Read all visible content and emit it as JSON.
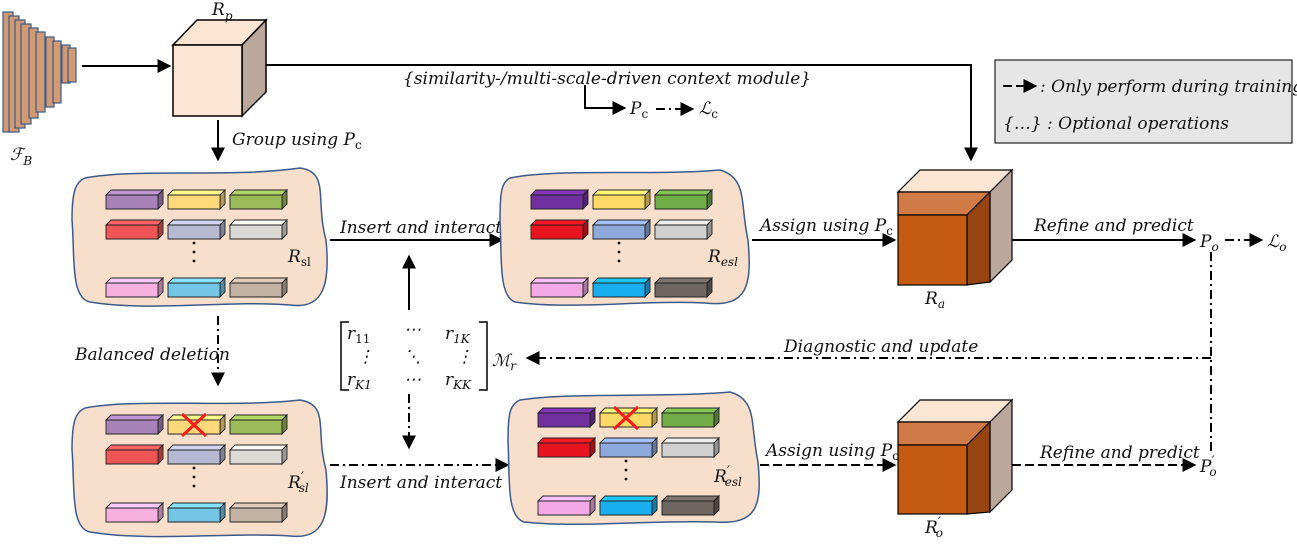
{
  "labels": {
    "rp": "R",
    "rp_sub": "p",
    "fb": "ℱ",
    "fb_sub": "B",
    "context_module": "{similarity-/multi-scale-driven context module}",
    "pc_out": "P",
    "pc_out_sub": "c",
    "lc": "ℒ",
    "lc_sub": "c",
    "group_using": "Group using P",
    "group_using_sub": "c",
    "rsl": "R",
    "rsl_sub": "sl",
    "resl": "R",
    "resl_sub": "esl",
    "insert_interact_top": "Insert and interact",
    "assign_top": "Assign using P",
    "assign_top_sub": "c",
    "ra": "R",
    "ra_sub": "a",
    "refine_top": "Refine and predict",
    "po": "P",
    "po_sub": "o",
    "lo": "ℒ",
    "lo_sub": "o",
    "balanced_deletion": "Balanced deletion",
    "diagnostic_update": "Diagnostic and update",
    "mr": "ℳ",
    "mr_sub": "r",
    "rsl_prime": "R",
    "rsl_prime_sub": "sl",
    "resl_prime": "R",
    "resl_prime_sub": "esl",
    "insert_interact_bottom": "Insert and interact",
    "assign_bottom": "Assign using P",
    "assign_bottom_sub": "c",
    "ro_prime": "R",
    "ro_prime_sub": "o",
    "refine_bottom": "Refine and predict",
    "po_prime": "P",
    "po_prime_sub": "o",
    "prime": "′"
  },
  "matrix": {
    "r11": "r",
    "r11_sub": "11",
    "r1k": "r",
    "r1k_sub": "1K",
    "rk1": "r",
    "rk1_sub": "K1",
    "rkk": "r",
    "rkk_sub": "KK",
    "hdots": "⋯",
    "vdots": "⋮",
    "ddots": "⋱"
  },
  "legend": {
    "training_only": ": Only perform during training",
    "optional": "{…} : Optional operations"
  },
  "colors": {
    "blob_fill": "#f8dfcc",
    "blob_stroke": "#3b5a8a",
    "cube_light": "#fde5d3",
    "cube_light_side": "#bba89a",
    "cube_dark_front": "#c55a11",
    "cube_dark_top": "#d07a45",
    "cube_dark_side": "#964410",
    "cross_red": "#ff1a1a",
    "bars_sl": [
      "#a883ba",
      "#ffd97a",
      "#9bbb59",
      "#f05555",
      "#b7b9d2",
      "#dcdad5",
      "#f6b1e1",
      "#74c6e6",
      "#c4b2a3"
    ],
    "bars_esl": [
      "#7030a0",
      "#ffd966",
      "#70ad47",
      "#e8141f",
      "#8ea9db",
      "#d0d0d0",
      "#f3a9e6",
      "#18aef0",
      "#6e6661"
    ]
  }
}
